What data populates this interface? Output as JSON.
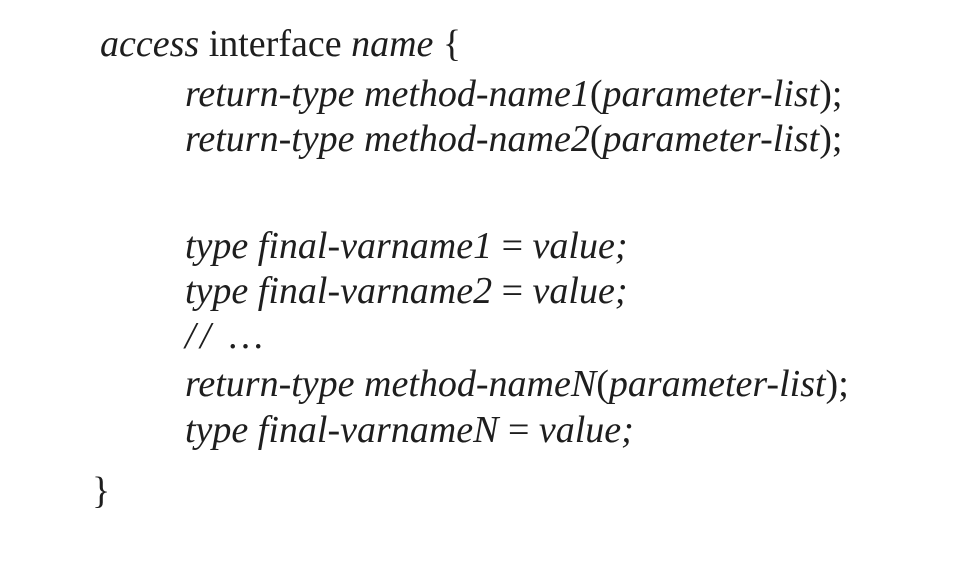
{
  "colors": {
    "background": "#ffffff",
    "text": "#1e1e1e"
  },
  "code_block": {
    "lines": [
      {
        "id": "interface-declaration",
        "segments": [
          {
            "style": "italic",
            "text": "access"
          },
          {
            "style": "roman",
            "text": " interface "
          },
          {
            "style": "italic",
            "text": "name"
          },
          {
            "style": "roman",
            "text": " {"
          }
        ]
      },
      {
        "id": "method-1",
        "segments": [
          {
            "style": "italic",
            "text": "return-type method-name1"
          },
          {
            "style": "roman",
            "text": "("
          },
          {
            "style": "italic",
            "text": "parameter-list"
          },
          {
            "style": "roman",
            "text": ");"
          }
        ]
      },
      {
        "id": "method-2",
        "segments": [
          {
            "style": "italic",
            "text": "return-type method-name2"
          },
          {
            "style": "roman",
            "text": "("
          },
          {
            "style": "italic",
            "text": "parameter-list"
          },
          {
            "style": "roman",
            "text": ");"
          }
        ]
      },
      {
        "id": "final-var-1",
        "segments": [
          {
            "style": "italic",
            "text": "type final-varname1"
          },
          {
            "style": "roman",
            "text": " = "
          },
          {
            "style": "italic",
            "text": "value;"
          }
        ]
      },
      {
        "id": "final-var-2",
        "segments": [
          {
            "style": "italic",
            "text": "type final-varname2"
          },
          {
            "style": "roman",
            "text": " = "
          },
          {
            "style": "italic",
            "text": "value;"
          }
        ]
      },
      {
        "id": "comment-ellipsis",
        "segments": [
          {
            "style": "italic",
            "text": "// …"
          }
        ]
      },
      {
        "id": "method-N",
        "segments": [
          {
            "style": "italic",
            "text": "return-type method-nameN"
          },
          {
            "style": "roman",
            "text": "("
          },
          {
            "style": "italic",
            "text": "parameter-list"
          },
          {
            "style": "roman",
            "text": ");"
          }
        ]
      },
      {
        "id": "final-var-N",
        "segments": [
          {
            "style": "italic",
            "text": "type final-varnameN"
          },
          {
            "style": "roman",
            "text": " = "
          },
          {
            "style": "italic",
            "text": "value;"
          }
        ]
      },
      {
        "id": "closing-brace",
        "segments": [
          {
            "style": "roman",
            "text": "}"
          }
        ]
      }
    ]
  }
}
